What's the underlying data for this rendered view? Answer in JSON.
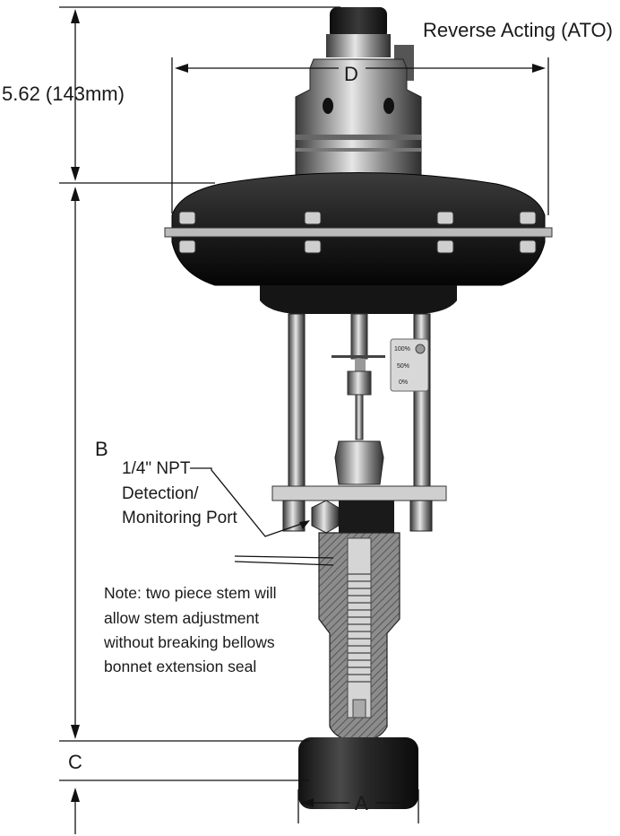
{
  "title": "Reverse Acting (ATO)",
  "dimensions": {
    "top_height": "5.62 (143mm)",
    "diaphragm_diameter": "D",
    "overall_body": "B",
    "body_offset": "C",
    "end_to_end": "A"
  },
  "callouts": {
    "port": [
      "1/4\" NPT",
      "Detection/",
      "Monitoring Port"
    ],
    "note": [
      "Note: two piece stem will",
      "allow stem adjustment",
      "without breaking bellows",
      "bonnet extension seal"
    ]
  },
  "indicator_scale": [
    "100%",
    "50%",
    "0%"
  ]
}
